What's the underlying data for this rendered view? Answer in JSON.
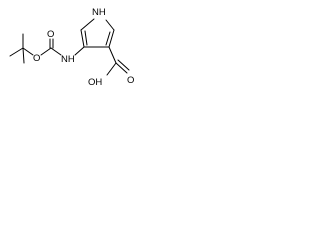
{
  "molecule": {
    "atom_labels": {
      "ring_nh": "NH",
      "carbamate_nh": "NH",
      "carbonyl_o": "O",
      "ester_o": "O",
      "acid_oh": "OH",
      "acid_o": "O"
    }
  },
  "colors": {
    "ink": "#000000",
    "background": "#ffffff"
  }
}
